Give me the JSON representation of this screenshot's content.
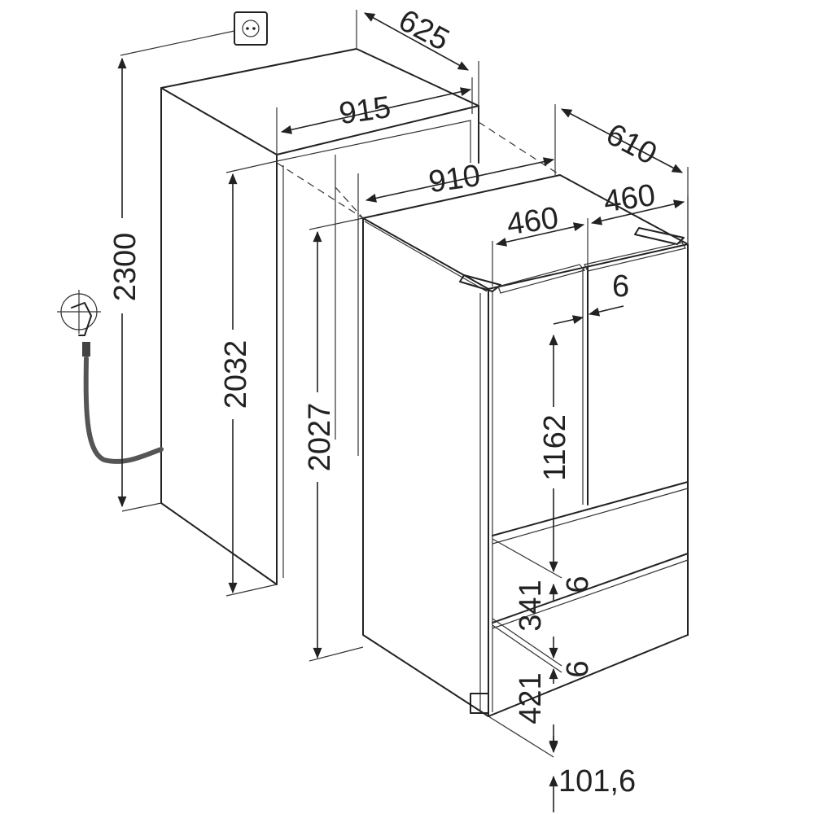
{
  "diagram": {
    "dimensions": {
      "niche_depth": "625",
      "niche_width": "915",
      "appliance_depth": "610",
      "appliance_width": "910",
      "door_width_left": "460",
      "door_width_right": "460",
      "door_gap": "6",
      "total_height": "2300",
      "niche_height": "2032",
      "appliance_height": "2027",
      "upper_door_height": "1162",
      "gap_upper": "6",
      "middle_drawer_height": "341",
      "gap_lower": "6",
      "lower_drawer_height": "421",
      "plinth_height": "101,6"
    }
  }
}
